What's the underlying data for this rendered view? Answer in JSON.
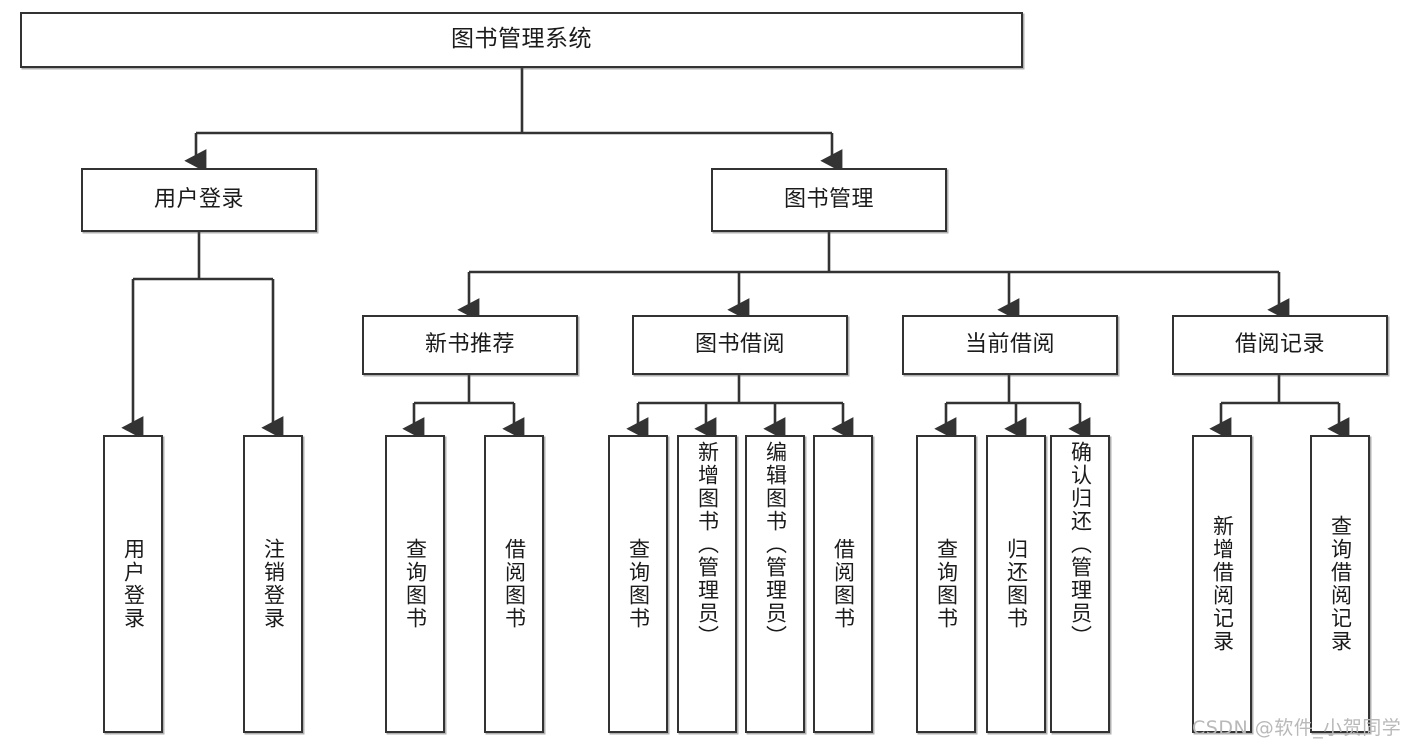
{
  "diagram": {
    "type": "tree-hierarchy-chart",
    "title": "图书管理系统",
    "stroke_color": "#333333",
    "background_color": "#ffffff",
    "text_color": "#1b1b1b",
    "root": {
      "label": "图书管理系统"
    },
    "level2": [
      {
        "label": "用户登录"
      },
      {
        "label": "图书管理"
      }
    ],
    "level3": [
      {
        "label": "新书推荐"
      },
      {
        "label": "图书借阅"
      },
      {
        "label": "当前借阅"
      },
      {
        "label": "借阅记录"
      }
    ],
    "leaves": {
      "user_login": [
        {
          "label": "用户登录"
        },
        {
          "label": "注销登录"
        }
      ],
      "new_book_recommend": [
        {
          "label": "查询图书"
        },
        {
          "label": "借阅图书"
        }
      ],
      "book_borrow": [
        {
          "label": "查询图书"
        },
        {
          "label": "新增图书（管理员）"
        },
        {
          "label": "编辑图书（管理员）"
        },
        {
          "label": "借阅图书"
        }
      ],
      "current_borrow": [
        {
          "label": "查询图书"
        },
        {
          "label": "归还图书"
        },
        {
          "label": "确认归还（管理员）"
        }
      ],
      "borrow_record": [
        {
          "label": "新增借阅记录"
        },
        {
          "label": "查询借阅记录"
        }
      ]
    }
  },
  "watermark": {
    "text": "CSDN @软件_小贺同学"
  }
}
